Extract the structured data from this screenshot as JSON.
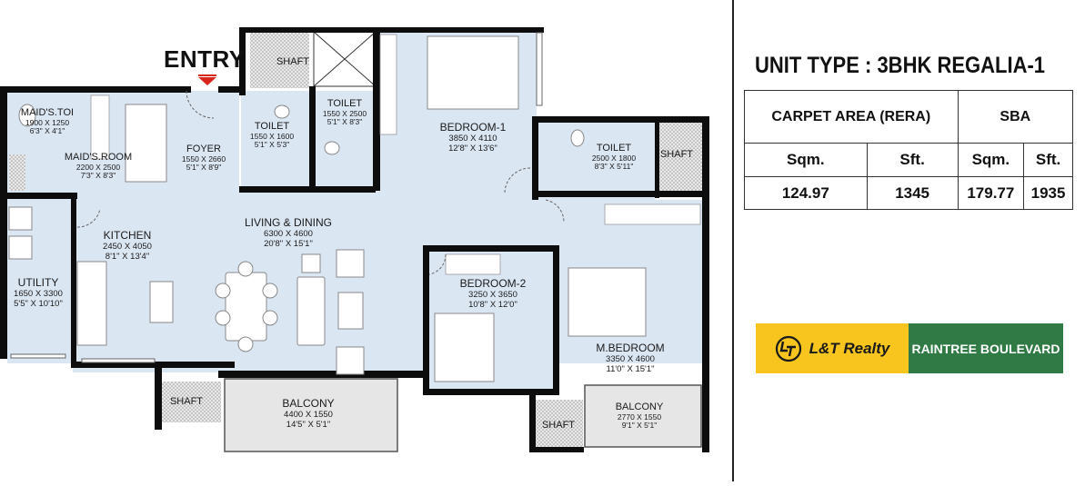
{
  "entry": {
    "label": "ENTRY",
    "arrow_color": "#d9261c"
  },
  "rooms": [
    {
      "id": "maids-toilet",
      "name": "MAID'S.TOI",
      "metric": "1900 X 1250",
      "imperial": "6'3\" X 4'1\""
    },
    {
      "id": "maids-room",
      "name": "MAID'S.ROOM",
      "metric": "2200 X 2500",
      "imperial": "7'3\" X 8'3\""
    },
    {
      "id": "foyer",
      "name": "FOYER",
      "metric": "1550 X 2660",
      "imperial": "5'1\" X 8'9\""
    },
    {
      "id": "toilet-1",
      "name": "TOILET",
      "metric": "1550 X 1600",
      "imperial": "5'1\" X 5'3\""
    },
    {
      "id": "toilet-2",
      "name": "TOILET",
      "metric": "1550 X 2500",
      "imperial": "5'1\" X 8'3\""
    },
    {
      "id": "bedroom-1",
      "name": "BEDROOM-1",
      "metric": "3850 X 4110",
      "imperial": "12'8\" X 13'6\""
    },
    {
      "id": "toilet-3",
      "name": "TOILET",
      "metric": "2500 X 1800",
      "imperial": "8'3\" X 5'11\""
    },
    {
      "id": "living-dining",
      "name": "LIVING & DINING",
      "metric": "6300 X 4600",
      "imperial": "20'8\" X 15'1\""
    },
    {
      "id": "kitchen",
      "name": "KITCHEN",
      "metric": "2450 X 4050",
      "imperial": "8'1\" X 13'4\""
    },
    {
      "id": "utility",
      "name": "UTILITY",
      "metric": "1650 X 3300",
      "imperial": "5'5\" X 10'10\""
    },
    {
      "id": "bedroom-2",
      "name": "BEDROOM-2",
      "metric": "3250 X 3650",
      "imperial": "10'8\" X 12'0\""
    },
    {
      "id": "m-bedroom",
      "name": "M.BEDROOM",
      "metric": "3350 X 4600",
      "imperial": "11'0\" X 15'1\""
    },
    {
      "id": "balcony-1",
      "name": "BALCONY",
      "metric": "4400 X 1550",
      "imperial": "14'5\" X 5'1\""
    },
    {
      "id": "balcony-2",
      "name": "BALCONY",
      "metric": "2770 X 1550",
      "imperial": "9'1\" X 5'1\""
    }
  ],
  "shafts": [
    "SHAFT",
    "SHAFT",
    "SHAFT",
    "SHAFT",
    "SHAFT"
  ],
  "unit": {
    "title": "UNIT TYPE : 3BHK REGALIA-1"
  },
  "area_table": {
    "groups": [
      "CARPET AREA (RERA)",
      "SBA"
    ],
    "units": [
      "Sqm.",
      "Sft.",
      "Sqm.",
      "Sft."
    ],
    "values": [
      "124.97",
      "1345",
      "179.77",
      "1935"
    ]
  },
  "branding": {
    "brand": "L&T Realty",
    "project": "RAINTREE BOULEVARD",
    "brand_color": "#f7c51e",
    "project_color": "#2f7a45"
  },
  "colors": {
    "room_fill": "#dbe6f3",
    "wall": "#0d0d0d",
    "balcony_fill": "#e6e6e6",
    "shaft_fill": "#d8d8d8"
  }
}
